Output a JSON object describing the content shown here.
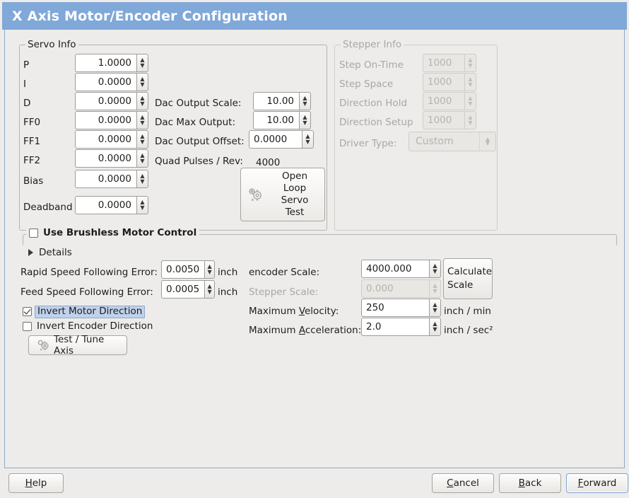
{
  "window": {
    "title": "X Axis Motor/Encoder Configuration",
    "accent": "#80a8d8"
  },
  "servo": {
    "frame_title": "Servo Info",
    "rows": [
      {
        "label": "P",
        "value": "1.0000"
      },
      {
        "label": "I",
        "value": "0.0000"
      },
      {
        "label": "D",
        "value": "0.0000"
      },
      {
        "label": "FF0",
        "value": "0.0000"
      },
      {
        "label": "FF1",
        "value": "0.0000"
      },
      {
        "label": "FF2",
        "value": "0.0000"
      },
      {
        "label": "Bias",
        "value": "0.0000"
      },
      {
        "label": "Deadband",
        "value": "0.0000"
      }
    ],
    "dac": [
      {
        "label": "Dac Output Scale:",
        "value": "10.00"
      },
      {
        "label": "Dac Max Output:",
        "value": "10.00"
      },
      {
        "label": "Dac Output Offset:",
        "value": "0.0000"
      }
    ],
    "quad_label": "Quad Pulses / Rev:",
    "quad_value": "4000",
    "open_loop_button": "Open\nLoop\nServo\nTest",
    "open_loop_lines": [
      "Open",
      "Loop",
      "Servo",
      "Test"
    ]
  },
  "stepper": {
    "frame_title": "Stepper Info",
    "disabled": true,
    "rows": [
      {
        "label": "Step On-Time",
        "value": "1000"
      },
      {
        "label": "Step Space",
        "value": "1000"
      },
      {
        "label": "Direction Hold",
        "value": "1000"
      },
      {
        "label": "Direction Setup",
        "value": "1000"
      }
    ],
    "driver_type_label": "Driver Type:",
    "driver_type_value": "Custom"
  },
  "brushless": {
    "checkbox_label": "Use Brushless Motor Control",
    "checked": false,
    "details_label": "Details",
    "expanded": false
  },
  "following": {
    "rapid_label": "Rapid Speed Following Error:",
    "rapid_value": "0.0050",
    "rapid_unit": "inch",
    "feed_label": "Feed Speed Following Error:",
    "feed_value": "0.0005",
    "feed_unit": "inch",
    "invert_motor_label": "Invert Motor Direction",
    "invert_motor_checked": true,
    "invert_encoder_label": "Invert Encoder Direction",
    "invert_encoder_checked": false,
    "test_tune_button": "Test / Tune Axis"
  },
  "scales": {
    "encoder_label": "encoder Scale:",
    "encoder_value": "4000.000",
    "stepper_label": "Stepper Scale:",
    "stepper_value": "0.000",
    "stepper_disabled": true,
    "calculate_button_lines": [
      "Calculate",
      "Scale"
    ],
    "max_velocity_label_pre": "Maximum ",
    "max_velocity_label_key": "V",
    "max_velocity_label_post": "elocity:",
    "max_velocity_value": "250",
    "max_velocity_unit": "inch / min",
    "max_accel_label_pre": "Maximum ",
    "max_accel_label_key": "A",
    "max_accel_label_post": "cceleration:",
    "max_accel_value": "2.0",
    "max_accel_unit": "inch / sec²"
  },
  "actions": {
    "help_pre": "",
    "help_key": "H",
    "help_post": "elp",
    "cancel_pre": "",
    "cancel_key": "C",
    "cancel_post": "ancel",
    "back_pre": "",
    "back_key": "B",
    "back_post": "ack",
    "forward_pre": "",
    "forward_key": "F",
    "forward_post": "orward",
    "focused": "Forward"
  }
}
